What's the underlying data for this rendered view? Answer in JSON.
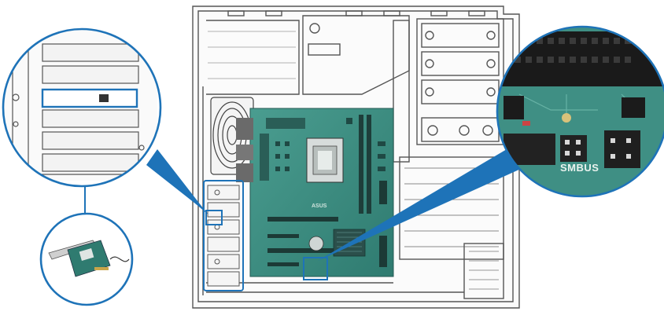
{
  "diagram": {
    "board_logo_text": "ASUS",
    "zoom_header_label": "SMBUS",
    "colors": {
      "accent": "#1e73b8",
      "pcb": "#3f8f84",
      "pcb_dark": "#2f6f66",
      "chassis_line": "#555555"
    },
    "icons": [
      "chassis-outline",
      "motherboard",
      "cpu-socket",
      "rear-fan",
      "network-card",
      "smbus-header"
    ]
  }
}
